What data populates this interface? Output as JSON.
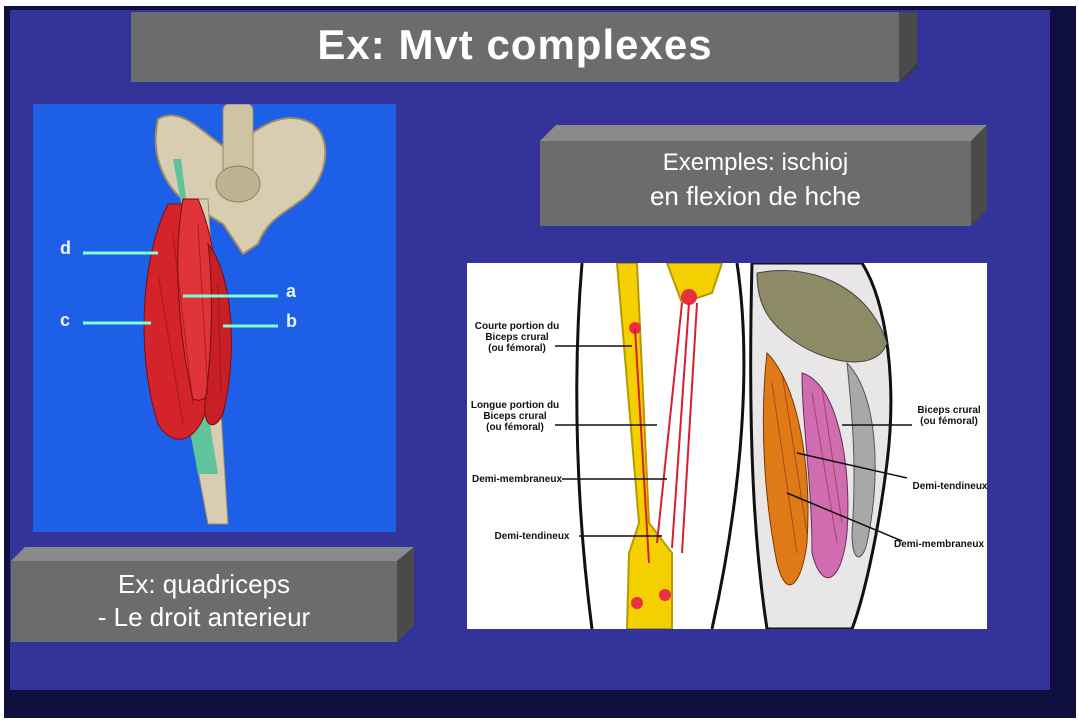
{
  "slide": {
    "title": "Ex: Mvt  complexes",
    "quadriceps_box": {
      "heading": "Ex: quadriceps",
      "line": "- Le droit anterieur"
    },
    "ischio_box": {
      "heading": "Exemples: ischioj",
      "line": "en flexion de hche"
    },
    "left_figure": {
      "labels": [
        "d",
        "a",
        "c",
        "b"
      ]
    },
    "right_figure": {
      "labels_left": [
        [
          "Courte portion du",
          "Biceps crural",
          "(ou fémoral)"
        ],
        [
          "Longue portion du",
          "Biceps crural",
          "(ou fémoral)"
        ],
        [
          "Demi-membraneux"
        ],
        [
          "Demi-tendineux"
        ]
      ],
      "labels_right": [
        [
          "Biceps crural",
          "(ou fémoral)"
        ],
        [
          "Demi-tendineux"
        ],
        [
          "Demi-membraneux"
        ]
      ]
    }
  },
  "colors": {
    "background": "#33339a",
    "box": "#6c6c6c",
    "left_image_bg": "#1e5fe8",
    "label_line": "#7fffd4"
  }
}
